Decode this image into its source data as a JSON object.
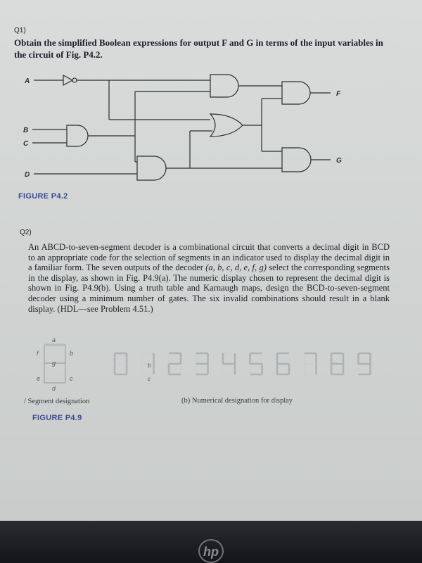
{
  "q1": {
    "label": "Q1)",
    "text": "Obtain the simplified Boolean expressions for output F and G in terms of the input variables in the circuit of Fig. P4.2.",
    "inputs": [
      "A",
      "B",
      "C",
      "D"
    ],
    "outputs": [
      "F",
      "G"
    ],
    "figure_caption": "FIGURE P4.2"
  },
  "q2": {
    "label": "Q2)",
    "text_part1": "An ABCD-to-seven-segment decoder is a combinational circuit that converts a decimal digit in BCD to an appropriate code for the selection of segments in an indicator used to display the decimal digit in a familiar form. The seven outputs of the decoder ",
    "text_em": "(a, b, c, d, e, f, g)",
    "text_part2": " select the corresponding segments in the display, as shown in Fig. P4.9(a). The numeric display chosen to represent the decimal digit is shown in Fig. P4.9(b). Using a truth table and Karnaugh maps, design the BCD-to-seven-segment decoder using a minimum number of gates. The six invalid combinations should result in a blank display. (HDL—see Problem 4.51.)",
    "segments": [
      "a",
      "b",
      "c",
      "d",
      "e",
      "f",
      "g"
    ],
    "digits": [
      "0",
      "1",
      "2",
      "3",
      "4",
      "5",
      "6",
      "7",
      "8",
      "9"
    ],
    "digit1_labels": [
      "b",
      "c"
    ],
    "caption_a": "Segment designation",
    "caption_b": "(b) Numerical designation for display",
    "figure_caption": "FIGURE P4.9"
  },
  "brand": {
    "logo_text": "hp"
  },
  "colors": {
    "figure_caption": "#3b4a8c",
    "paper": "#d6d9d8",
    "bezel": "#1d1f22"
  }
}
